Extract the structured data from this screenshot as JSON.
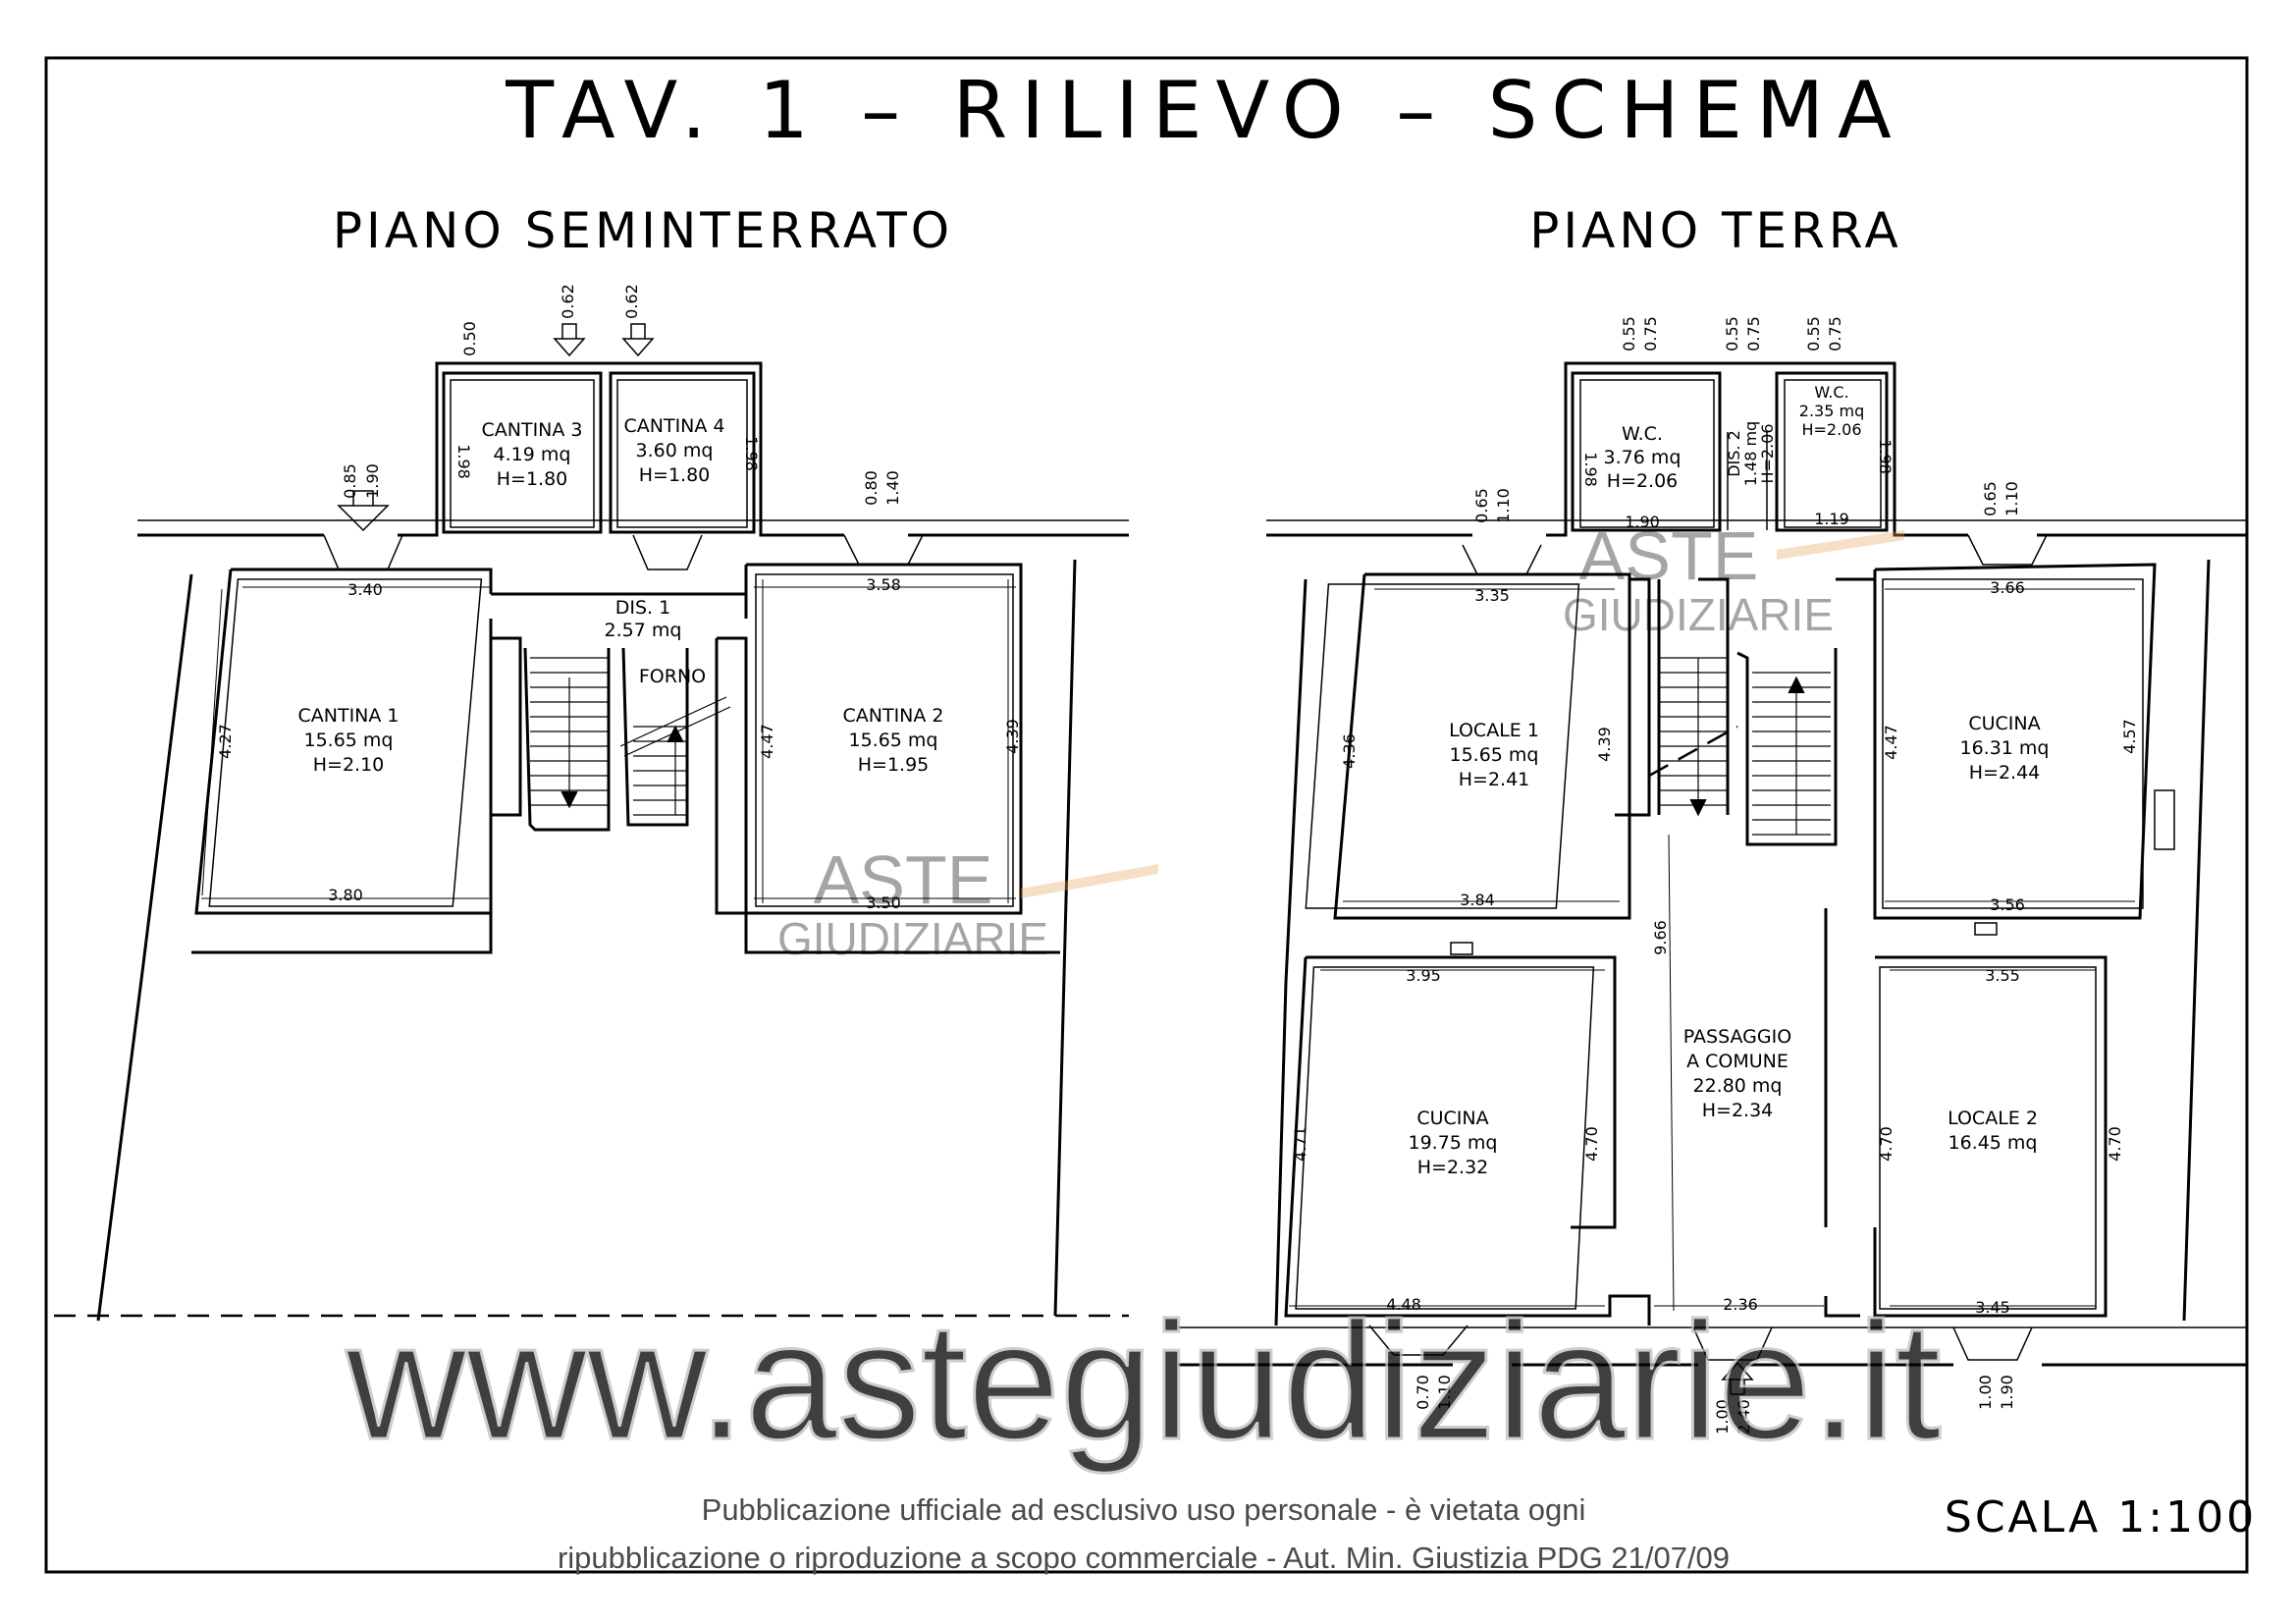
{
  "title": "TAV. 1 – RILIEVO – SCHEMA",
  "scale": "SCALA 1:100",
  "notice": {
    "line1": "Pubblicazione ufficiale ad esclusivo uso personale - è vietata ogni",
    "line2": "ripubblicazione o riproduzione a scopo commerciale - Aut. Min. Giustizia PDG 21/07/09"
  },
  "watermark": {
    "site": "www.astegiudiziarie.it",
    "logo_top": "ASTE",
    "logo_bottom": "GIUDIZIARIE"
  },
  "plans": {
    "seminterrato": {
      "title": "PIANO SEMINTERRATO",
      "rooms": {
        "cantina3": {
          "name": "CANTINA 3",
          "area": "4.19 mq",
          "height": "H=1.80"
        },
        "cantina4": {
          "name": "CANTINA 4",
          "area": "3.60 mq",
          "height": "H=1.80"
        },
        "dis1": {
          "name": "DIS. 1",
          "area": "2.57 mq"
        },
        "forno": {
          "name": "FORNO"
        },
        "cantina1": {
          "name": "CANTINA 1",
          "area": "15.65 mq",
          "height": "H=2.10"
        },
        "cantina2": {
          "name": "CANTINA 2",
          "area": "15.65 mq",
          "height": "H=1.95"
        }
      },
      "dims": {
        "c3_top": "0.50",
        "c4_w1": "0.62",
        "c4_w2": "0.62",
        "c3_side": "1.98",
        "c4_side": "1.98",
        "c1_win_a": "0.85",
        "c1_win_b": "1.90",
        "c2_win_a": "0.80",
        "c2_win_b": "1.40",
        "c1_top": "3.40",
        "c1_bottom": "3.80",
        "c1_side": "4.27",
        "c2_top": "3.58",
        "c2_bottom": "3.50",
        "c2_left": "4.47",
        "c2_right": "4.39"
      }
    },
    "terra": {
      "title": "PIANO TERRA",
      "rooms": {
        "wc1": {
          "name": "W.C.",
          "area": "3.76 mq",
          "height": "H=2.06"
        },
        "dis2": {
          "name": "DIS. 2",
          "area": "1.48 mq",
          "height": "H=2.06"
        },
        "wc2": {
          "name": "W.C.",
          "area": "2.35 mq",
          "height": "H=2.06"
        },
        "locale1": {
          "name": "LOCALE 1",
          "area": "15.65 mq",
          "height": "H=2.41"
        },
        "cucina_top": {
          "name": "CUCINA",
          "area": "16.31 mq",
          "height": "H=2.44"
        },
        "passaggio": {
          "name1": "PASSAGGIO",
          "name2": "A COMUNE",
          "area": "22.80 mq",
          "height": "H=2.34"
        },
        "cucina_bottom": {
          "name": "CUCINA",
          "area": "19.75 mq",
          "height": "H=2.32"
        },
        "locale2": {
          "name": "LOCALE 2",
          "area": "16.45 mq"
        }
      },
      "dims": {
        "w1a": "0.55",
        "w1b": "0.75",
        "w2a": "0.55",
        "w2b": "0.75",
        "w3a": "0.55",
        "w3b": "0.75",
        "wc1_side": "1.98",
        "wc2_side": "1.98",
        "wc1_bottom": "1.90",
        "wc2_bottom": "1.19",
        "l1_win_a": "0.65",
        "l1_win_b": "1.10",
        "cu_win_a": "0.65",
        "cu_win_b": "1.10",
        "l1_top": "3.35",
        "l1_left": "4.36",
        "l1_right": "4.39",
        "l1_bottom": "3.84",
        "cu_top": "3.66",
        "cu_left": "4.47",
        "cu_right": "4.57",
        "cu_bottom": "3.56",
        "pass_len": "9.66",
        "cb_top": "3.95",
        "cb_left": "4.71",
        "cb_right": "4.70",
        "cb_bottom": "4.48",
        "l2_top": "3.55",
        "l2_left": "4.70",
        "l2_right": "4.70",
        "l2_bottom": "3.45",
        "pass_bottom": "2.36",
        "b1a": "0.70",
        "b1b": "1.10",
        "b2a": "1.00",
        "b2b": "2.40",
        "b3a": "1.00",
        "b3b": "1.90"
      }
    }
  }
}
